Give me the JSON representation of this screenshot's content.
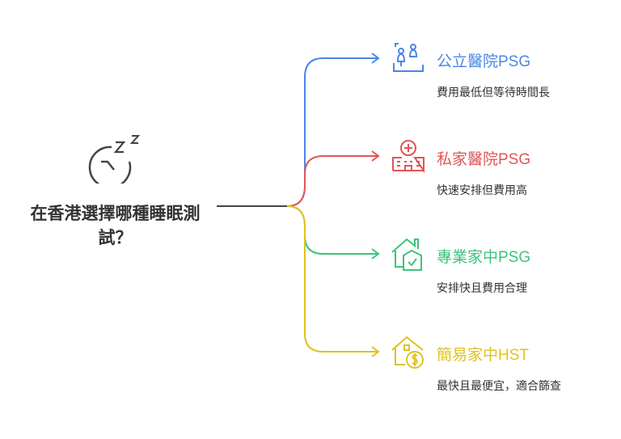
{
  "root": {
    "title": "在香港選擇哪種睡眠測試？",
    "icon": "sleep-zzz-icon"
  },
  "branches": [
    {
      "label": "公立醫院PSG",
      "description": "費用最低但等待時間長",
      "color": "#4a86e8",
      "icon": "people-icon"
    },
    {
      "label": "私家醫院PSG",
      "description": "快速安排但費用高",
      "color": "#e05555",
      "icon": "hospital-icon"
    },
    {
      "label": "專業家中PSG",
      "description": "安排快且費用合理",
      "color": "#3cc47c",
      "icon": "home-check-icon"
    },
    {
      "label": "簡易家中HST",
      "description": "最快且最便宜，適合篩查",
      "color": "#dfc21f",
      "icon": "home-dollar-icon"
    }
  ]
}
